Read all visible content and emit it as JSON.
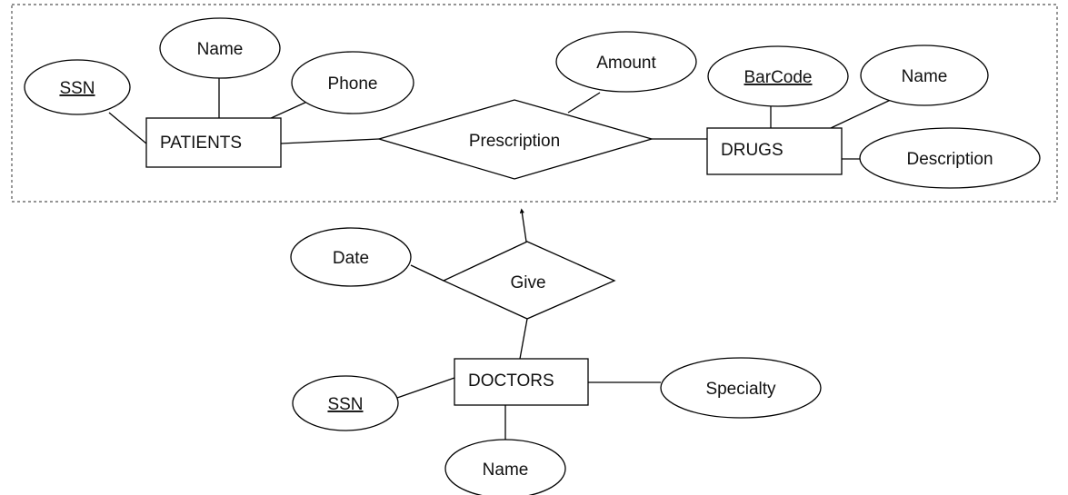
{
  "diagram": {
    "entities": {
      "patients": "PATIENTS",
      "drugs": "DRUGS",
      "doctors": "DOCTORS"
    },
    "relationships": {
      "prescription": "Prescription",
      "give": "Give"
    },
    "attributes": {
      "patients_ssn": "SSN",
      "patients_name": "Name",
      "patients_phone": "Phone",
      "prescription_amount": "Amount",
      "drugs_barcode": "BarCode",
      "drugs_name": "Name",
      "drugs_description": "Description",
      "give_date": "Date",
      "doctors_ssn": "SSN",
      "doctors_specialty": "Specialty",
      "doctors_name": "Name"
    }
  }
}
